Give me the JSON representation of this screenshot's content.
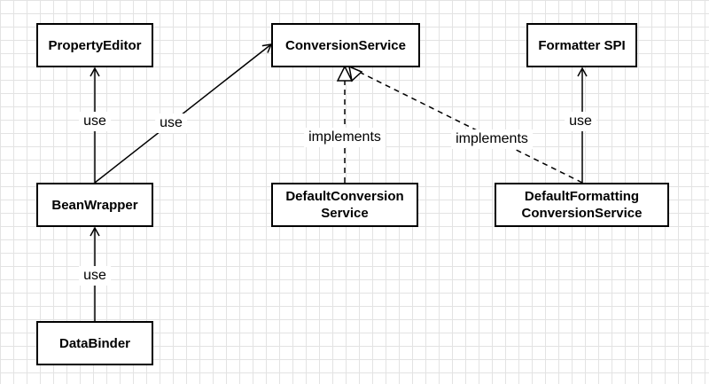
{
  "nodes": {
    "property_editor": "PropertyEditor",
    "conversion_service": "ConversionService",
    "formatter_spi": "Formatter SPI",
    "bean_wrapper": "BeanWrapper",
    "default_conversion_service": "DefaultConversion\nService",
    "default_formatting_conversion_service": "DefaultFormatting\nConversionService",
    "data_binder": "DataBinder"
  },
  "edges": {
    "bean_wrapper_uses_property_editor": "use",
    "bean_wrapper_uses_conversion_service": "use",
    "default_conversion_implements": "implements",
    "default_formatting_implements": "implements",
    "default_formatting_uses_formatter": "use",
    "data_binder_uses_bean_wrapper": "use"
  },
  "colors": {
    "stroke": "#000000",
    "grid": "#e3e3e3",
    "background": "#ffffff"
  }
}
